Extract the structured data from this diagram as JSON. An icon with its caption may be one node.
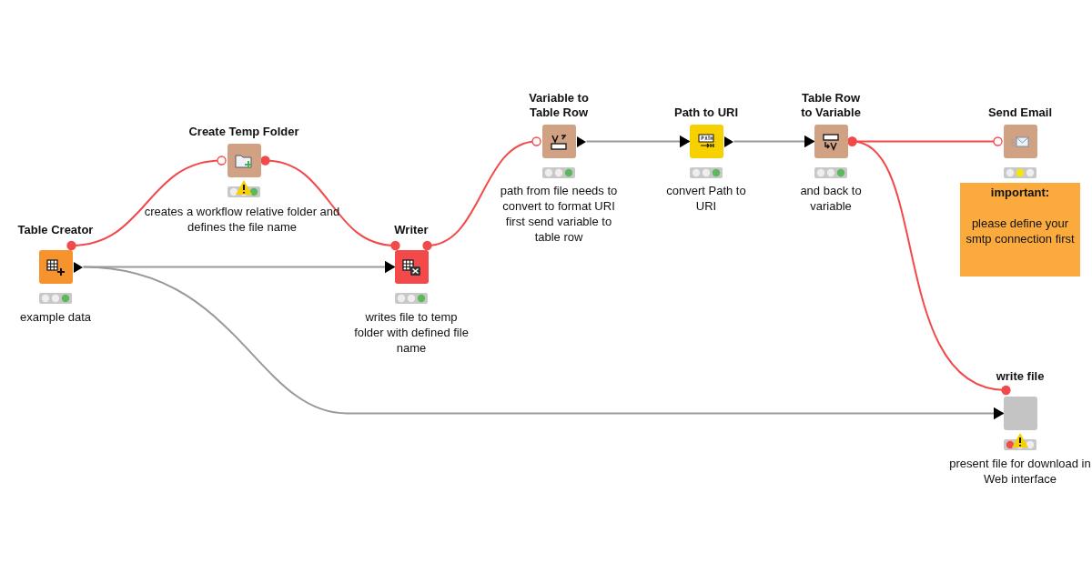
{
  "diagram": {
    "nodes": [
      {
        "text": [
          "Table Creator"
        ],
        "beside": [
          "example data"
        ]
      },
      {
        "text": [
          "Create Temp Folder"
        ],
        "beside": [
          "creates a workflow relative folder and defines the file name"
        ]
      },
      {
        "text": [
          "Writer"
        ],
        "beside": [
          "writes file to temp folder with defined file name"
        ]
      },
      {
        "text": [
          "Variable to Table Row"
        ],
        "beside": [
          "path from file needs to convert to format URI first send variable to table row"
        ]
      },
      {
        "text": [
          "Path to URI"
        ],
        "beside": [
          "convert Path to URI"
        ]
      },
      {
        "text": [
          "Table Row to Variable"
        ],
        "beside": [
          "and back to variable"
        ]
      },
      {
        "text": [
          "Send Email"
        ]
      },
      {
        "text": [
          "write file"
        ],
        "beside": [
          "present file for download in Web interface"
        ]
      },
      {
        "text": [
          "important:",
          "please define your smtp connection first"
        ]
      }
    ],
    "edges": [
      {
        "from": 0,
        "to": 1,
        "arrow": "other"
      },
      {
        "from": 1,
        "to": 2,
        "arrow": "other"
      },
      {
        "from": 2,
        "to": 3,
        "arrow": "other"
      },
      {
        "from": 0,
        "to": 2,
        "arrow": "to",
        "color": "#999999"
      },
      {
        "from": 3,
        "to": 4,
        "arrow": "to",
        "color": "#999999"
      },
      {
        "from": 4,
        "to": 5,
        "arrow": "to",
        "color": "#999999"
      },
      {
        "from": 5,
        "to": 6,
        "arrow": "other"
      },
      {
        "from": 5,
        "to": 7,
        "arrow": "other"
      },
      {
        "from": 0,
        "to": 7,
        "arrow": "to",
        "color": "#999999"
      }
    ]
  }
}
